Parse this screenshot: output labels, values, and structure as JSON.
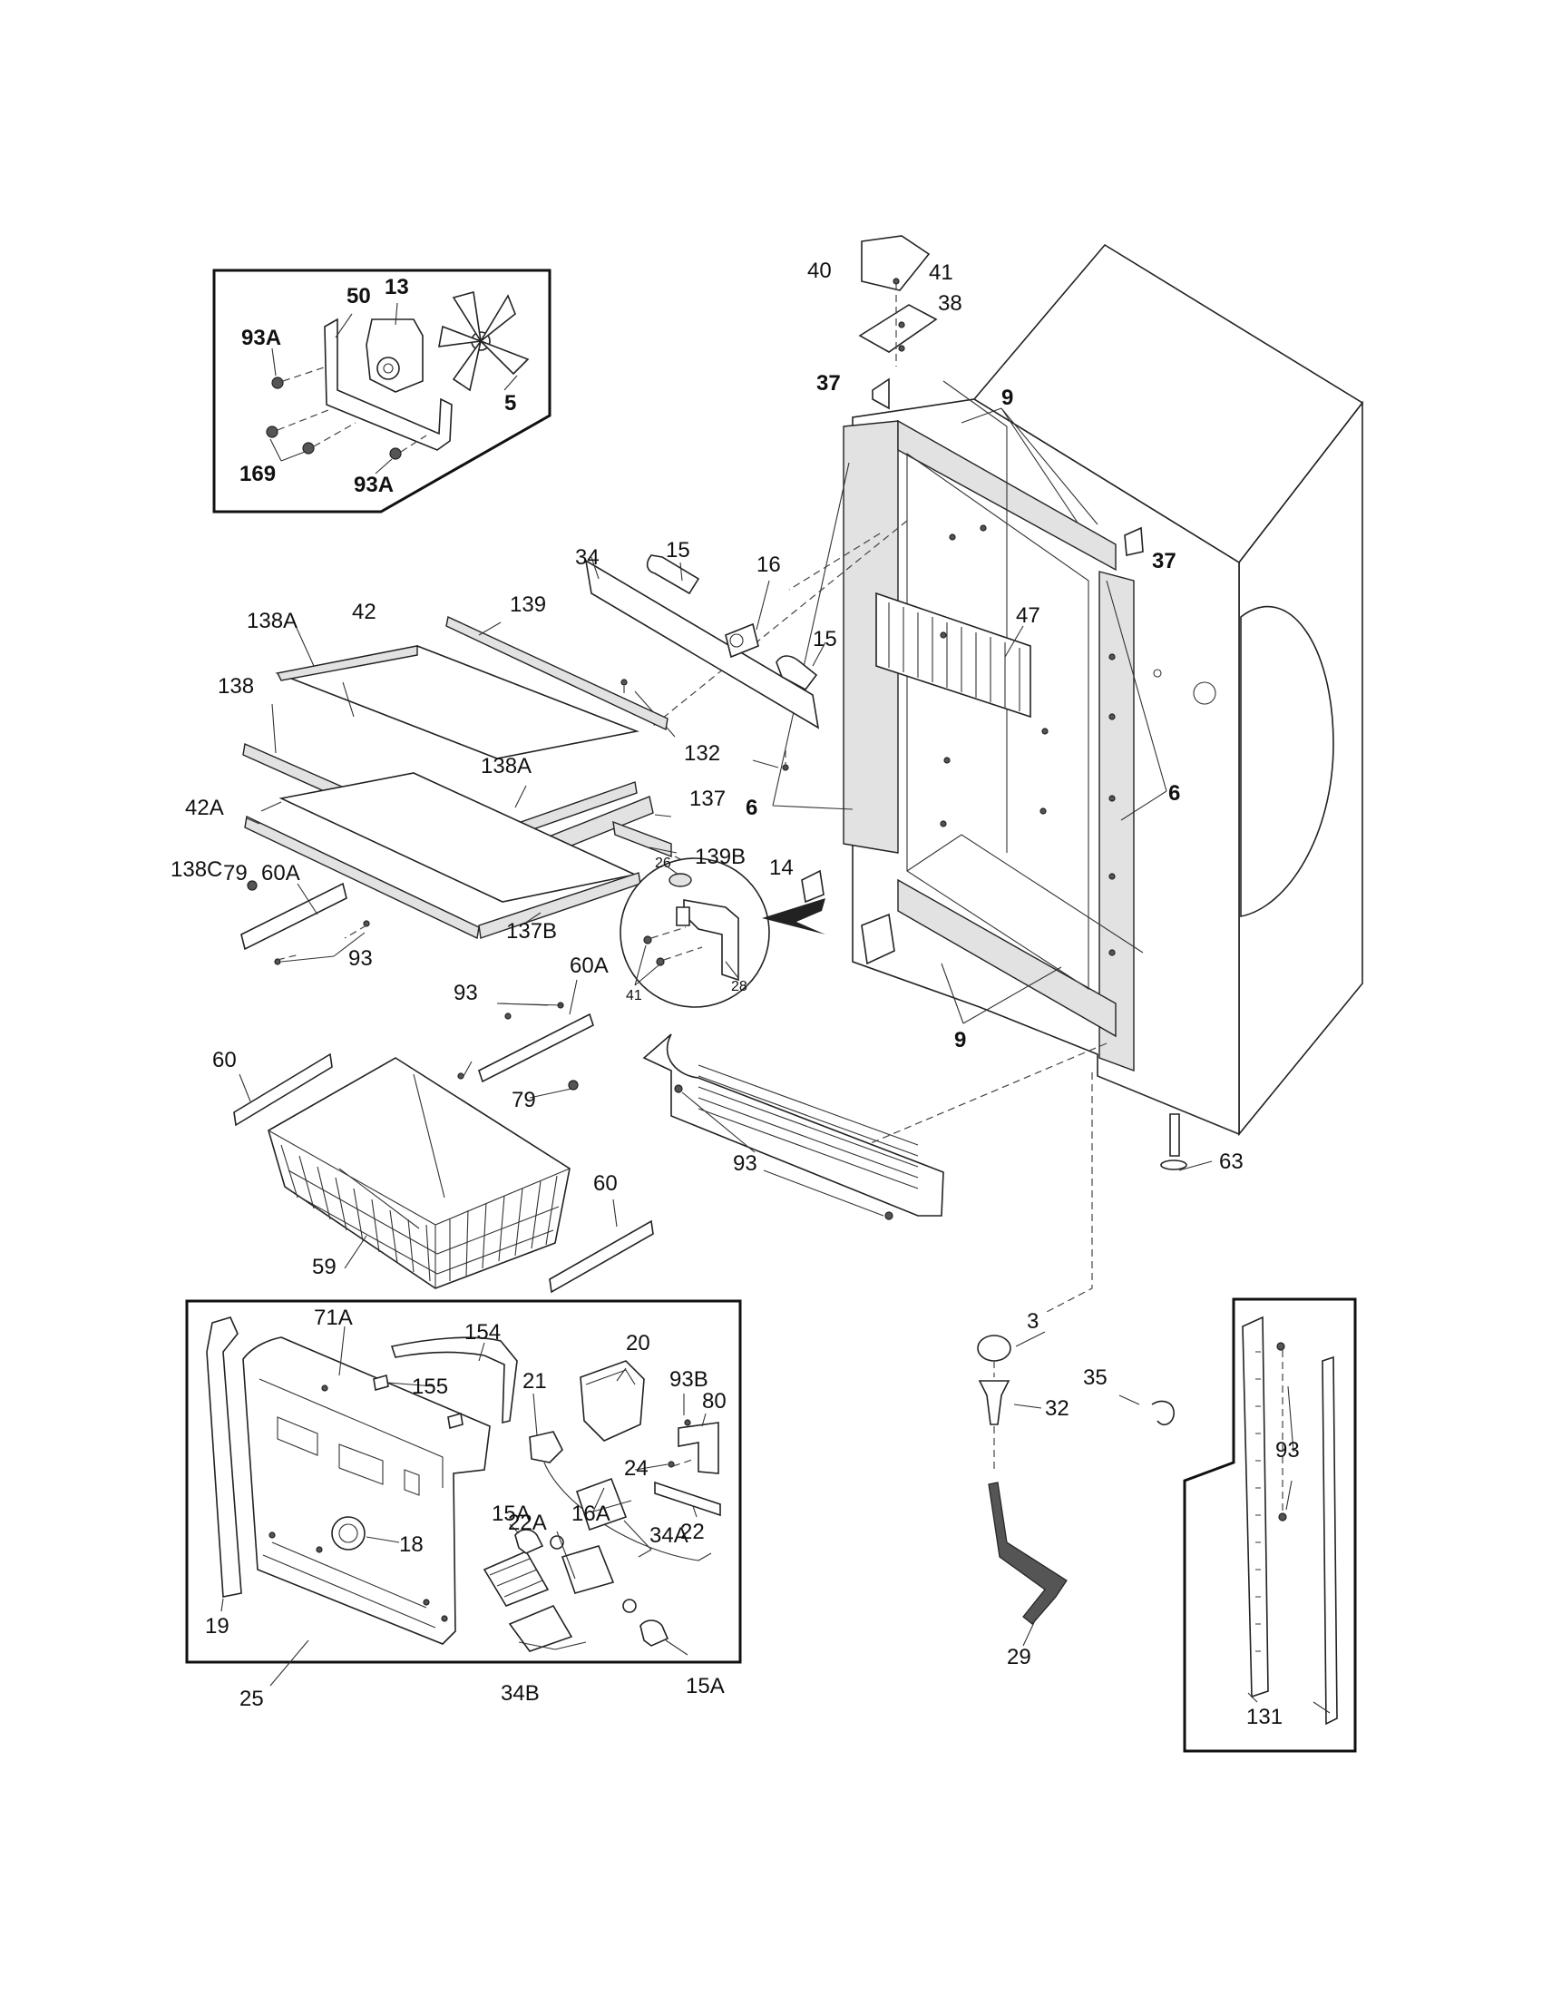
{
  "labels": {
    "l5": "5",
    "l13": "13",
    "l50": "50",
    "l93a_1": "93A",
    "l93a_2": "93A",
    "l169": "169",
    "l40": "40",
    "l41_top": "41",
    "l38": "38",
    "l37_left": "37",
    "l37_right": "37",
    "l9_top": "9",
    "l9_bottom": "9",
    "l6_left": "6",
    "l6_right": "6",
    "l47": "47",
    "l34": "34",
    "l15_a": "15",
    "l16": "16",
    "l15_b": "15",
    "l132": "132",
    "l139": "139",
    "l138a_1": "138A",
    "l42": "42",
    "l138": "138",
    "l138a_2": "138A",
    "l137": "137",
    "l42a": "42A",
    "l139b": "139B",
    "l138c": "138C",
    "l26": "26",
    "l14": "14",
    "l28": "28",
    "l41_small": "41",
    "l137b": "137B",
    "l79_a": "79",
    "l60a_a": "60A",
    "l93_a": "93",
    "l93_b": "93",
    "l60a_b": "60A",
    "l79_b": "79",
    "l60_a": "60",
    "l93_c": "93",
    "l63": "63",
    "l60_b": "60",
    "l59": "59",
    "l71a": "71A",
    "l154": "154",
    "l21": "21",
    "l20": "20",
    "l155": "155",
    "l93b": "93B",
    "l80": "80",
    "l24": "24",
    "l22a": "22A",
    "l22": "22",
    "l18": "18",
    "l15a_1": "15A",
    "l16a": "16A",
    "l34a": "34A",
    "l19": "19",
    "l25": "25",
    "l34b": "34B",
    "l15a_2": "15A",
    "l3": "3",
    "l32": "32",
    "l35": "35",
    "l29": "29",
    "l93_d": "93",
    "l93_e": "93",
    "l131": "131"
  }
}
